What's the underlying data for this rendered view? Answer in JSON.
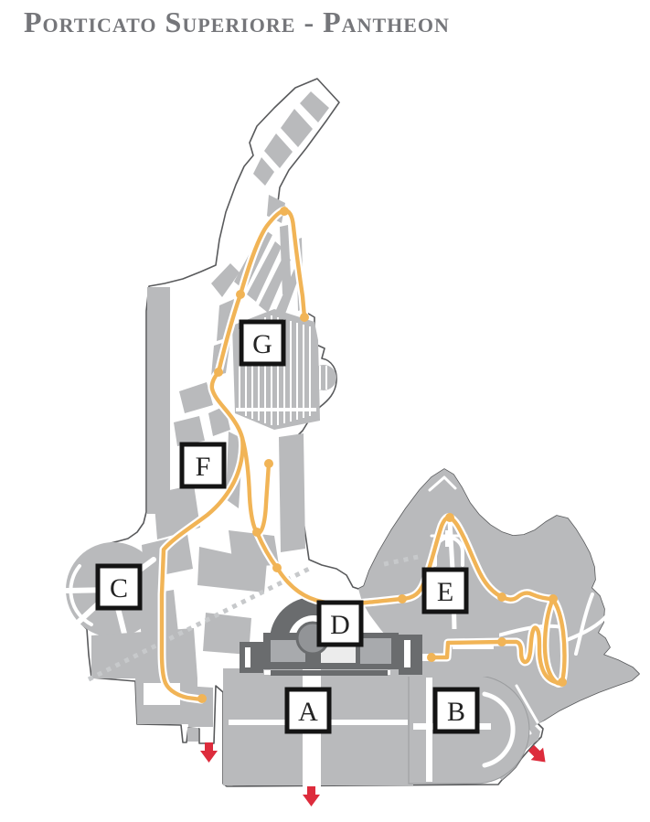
{
  "title": "Porticato Superiore - Pantheon",
  "map": {
    "zones": [
      {
        "id": "zone-a",
        "label": "A"
      },
      {
        "id": "zone-b",
        "label": "B"
      },
      {
        "id": "zone-c",
        "label": "C"
      },
      {
        "id": "zone-d",
        "label": "D"
      },
      {
        "id": "zone-e",
        "label": "E"
      },
      {
        "id": "zone-f",
        "label": "F"
      },
      {
        "id": "zone-g",
        "label": "G"
      }
    ],
    "route": {
      "color": "#F1B456",
      "waypoint_count": 15
    },
    "exits": {
      "count": 3,
      "arrow_color": "#DD2C3C"
    },
    "colors": {
      "building": "#B9BABC",
      "building_dark": "#6A6C6E",
      "outline": "#595A5C",
      "title_text": "#75767A"
    }
  }
}
